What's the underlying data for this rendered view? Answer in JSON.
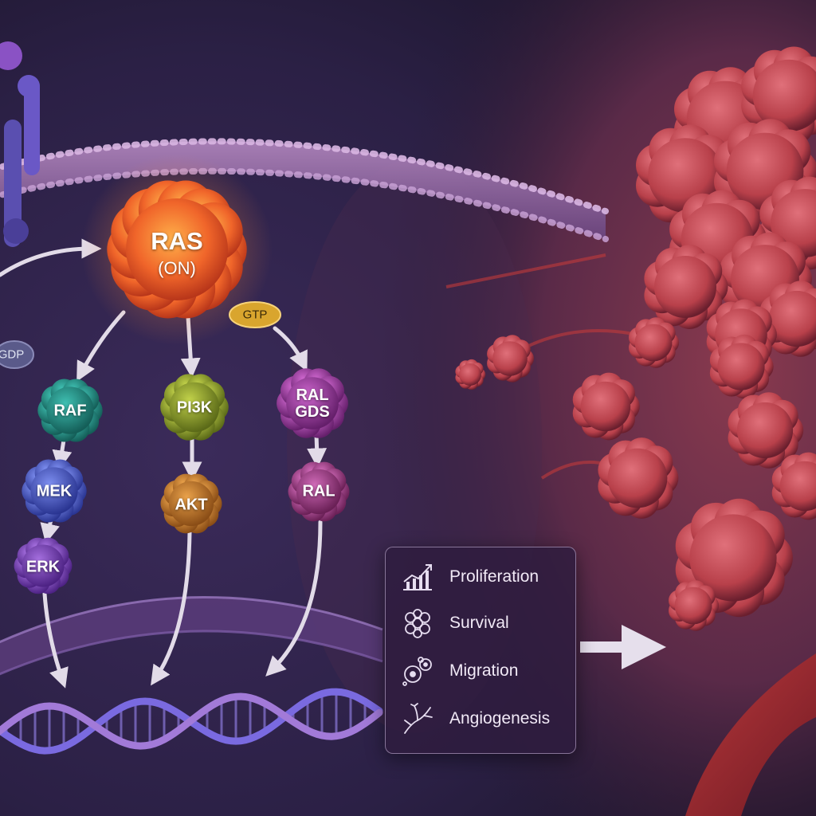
{
  "nodes": {
    "ras": {
      "title": "RAS",
      "state": "(ON)"
    },
    "gtp": "GTP",
    "gdp": "GDP",
    "raf": "RAF",
    "mek": "MEK",
    "erk": "ERK",
    "pi3k": "PI3K",
    "akt": "AKT",
    "ralgds": "RAL\nGDS",
    "ral": "RAL"
  },
  "outcomes": [
    {
      "label": "Proliferation",
      "icon": "growth-chart-icon"
    },
    {
      "label": "Survival",
      "icon": "cell-cluster-icon"
    },
    {
      "label": "Migration",
      "icon": "migrating-cells-icon"
    },
    {
      "label": "Angiogenesis",
      "icon": "branching-vessels-icon"
    }
  ],
  "colors": {
    "background": "#1f1733",
    "membrane": "#9a6aa6",
    "ras": "#f0652a",
    "raf": "#1f8d84",
    "mek": "#4a5fd0",
    "erk": "#7a3fb6",
    "pi3k": "#8fa02a",
    "akt": "#c77a2a",
    "ralgds": "#9a3aa0",
    "ral": "#a03c8e",
    "gtp": "#d9a52e",
    "tumor": "#b8404a"
  }
}
